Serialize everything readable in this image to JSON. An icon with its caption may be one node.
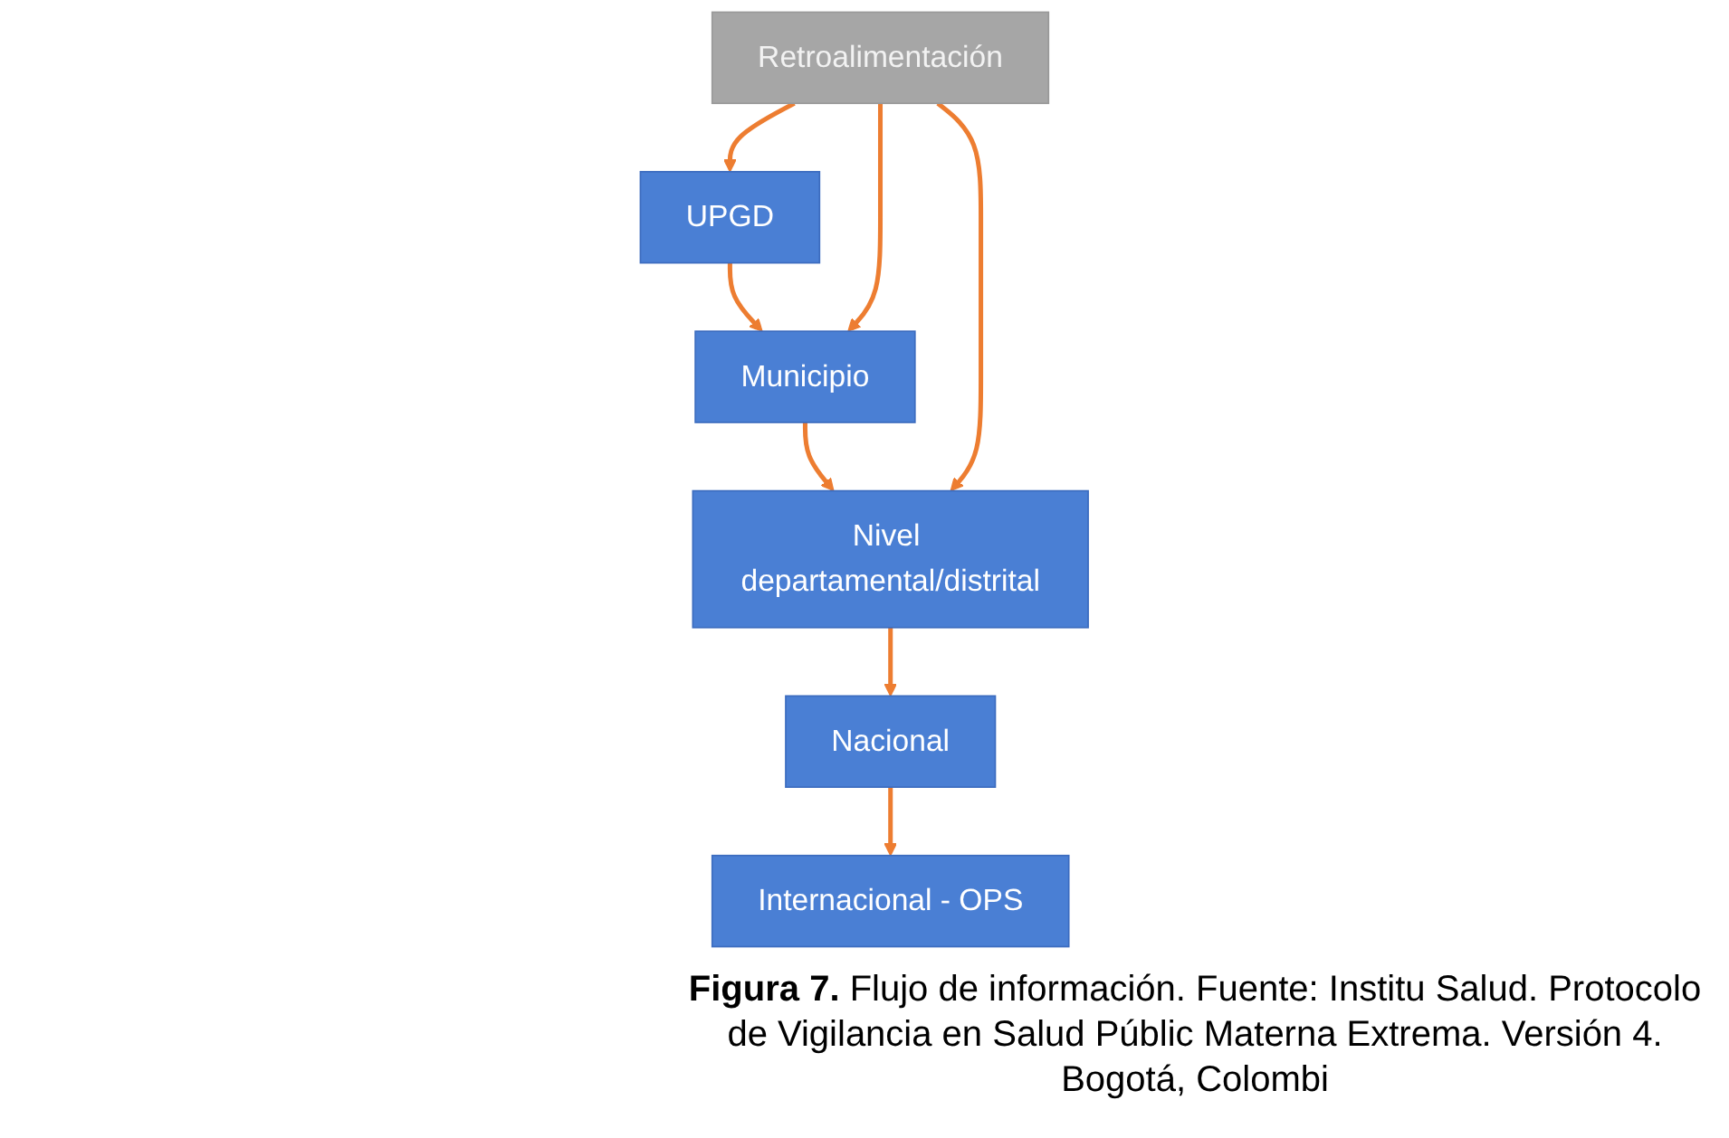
{
  "diagram": {
    "caption": "**Figura 7.** Flujo de información. Fuente: Institu Salud. Protocolo de Vigilancia en Salud Públic Materna Extrema. Versión 4. Bogotá, Colombi",
    "nodes": [
      {
        "text": [
          "UPGD"
        ]
      },
      {
        "text": [
          "Municipio"
        ]
      },
      {
        "text": [
          "Nivel departamental/distrital"
        ]
      },
      {
        "text": [
          "Nacional"
        ]
      },
      {
        "text": [
          "Internacional - OPS"
        ]
      },
      {
        "text": [
          "Retroalimentación"
        ]
      }
    ],
    "edges": [
      {
        "from": 0,
        "to": 1,
        "arrow": "to"
      },
      {
        "from": 1,
        "to": 2,
        "arrow": "to"
      },
      {
        "from": 2,
        "to": 3,
        "arrow": "to"
      },
      {
        "from": 3,
        "to": 4,
        "arrow": "to"
      },
      {
        "from": 5,
        "to": 0,
        "arrow": "to"
      },
      {
        "from": 5,
        "to": 1,
        "arrow": "to"
      },
      {
        "from": 5,
        "to": 2,
        "arrow": "to"
      }
    ]
  }
}
